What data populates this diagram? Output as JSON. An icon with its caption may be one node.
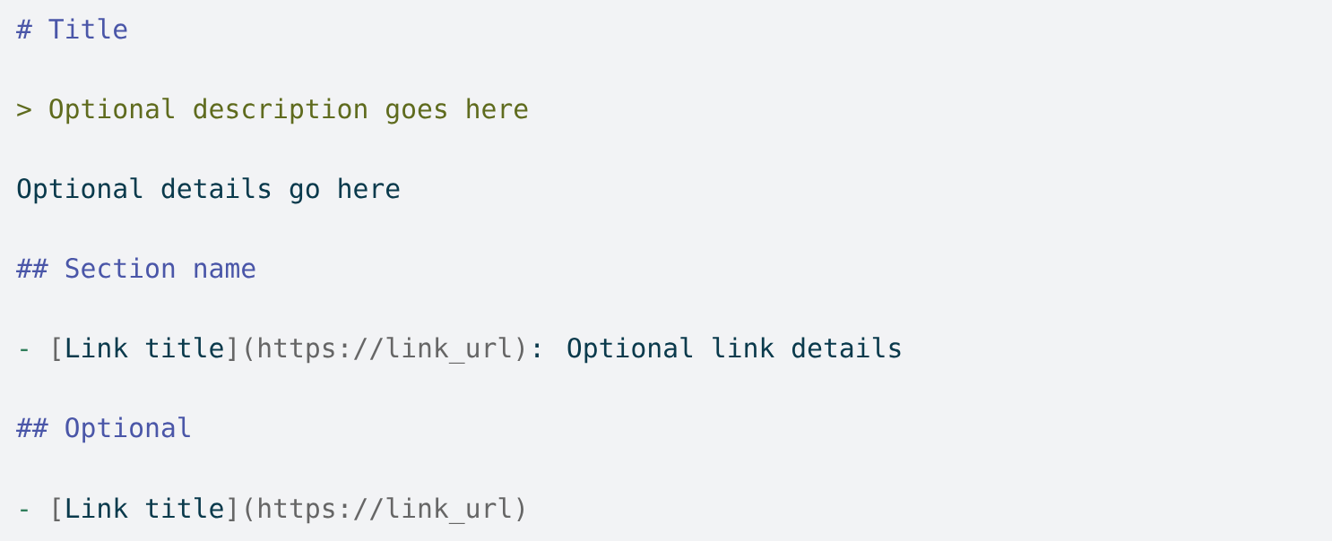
{
  "diagram": {
    "labels": [
      "# Title",
      "> Optional description goes here",
      "Optional details go here",
      "## Section name",
      "-",
      "[",
      "Link title",
      "](https://link_url)",
      ": Optional link details",
      "## Optional",
      "-",
      "[",
      "Link title",
      "](https://link_url)"
    ]
  }
}
